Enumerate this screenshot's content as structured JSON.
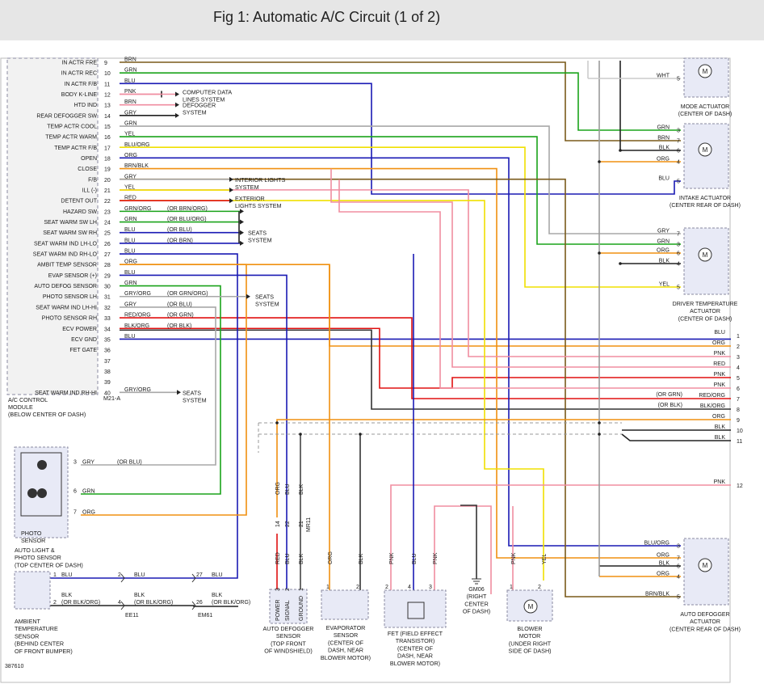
{
  "title": "Fig 1: Automatic A/C Circuit (1 of 2)",
  "figure_id": "387610",
  "colors": {
    "BRN": "#7a5a1a",
    "GRN": "#1aa31a",
    "BLU": "#1a1ab4",
    "PNK": "#f08da0",
    "GRY": "#a8a8a8",
    "YEL": "#f0e000",
    "ORG": "#f09010",
    "BLK": "#1a1a1a",
    "RED": "#e01010",
    "WHT": "#d8d8d8"
  },
  "module": {
    "name_lines": [
      "A/C CONTROL",
      "MODULE",
      "(BELOW CENTER OF DASH)"
    ],
    "connector": "M21-A",
    "pins": [
      {
        "label": "IN ACTR FRE",
        "num": "9",
        "color": "BRN",
        "alt": ""
      },
      {
        "label": "IN ACTR REC",
        "num": "10",
        "color": "GRN",
        "alt": ""
      },
      {
        "label": "IN ACTR F/B",
        "num": "11",
        "color": "BLU",
        "alt": ""
      },
      {
        "label": "BODY K-LINE",
        "num": "12",
        "color": "PNK",
        "alt": ""
      },
      {
        "label": "HTD IND",
        "num": "13",
        "color": "BRN",
        "alt": ""
      },
      {
        "label": "REAR DEFOGGER SW",
        "num": "14",
        "color": "GRY",
        "alt": ""
      },
      {
        "label": "TEMP ACTR COOL",
        "num": "15",
        "color": "GRN",
        "alt": ""
      },
      {
        "label": "TEMP ACTR WARM",
        "num": "16",
        "color": "YEL",
        "alt": ""
      },
      {
        "label": "TEMP ACTR F/B",
        "num": "17",
        "color": "BLU/ORG",
        "alt": ""
      },
      {
        "label": "OPEN",
        "num": "18",
        "color": "ORG",
        "alt": ""
      },
      {
        "label": "CLOSE",
        "num": "19",
        "color": "BRN/BLK",
        "alt": ""
      },
      {
        "label": "F/B",
        "num": "20",
        "color": "GRY",
        "alt": ""
      },
      {
        "label": "ILL (-)",
        "num": "21",
        "color": "YEL",
        "alt": ""
      },
      {
        "label": "DETENT OUT",
        "num": "22",
        "color": "RED",
        "alt": ""
      },
      {
        "label": "HAZARD SW",
        "num": "23",
        "color": "GRN/ORG",
        "alt": "(OR BRN/ORG)"
      },
      {
        "label": "SEAT WARM SW LH",
        "num": "24",
        "color": "GRN",
        "alt": "(OR BLU/ORG)"
      },
      {
        "label": "SEAT WARM SW RH",
        "num": "25",
        "color": "BLU",
        "alt": "(OR BLU)"
      },
      {
        "label": "SEAT WARM IND LH-LO",
        "num": "26",
        "color": "BLU",
        "alt": "(OR BRN)"
      },
      {
        "label": "SEAT WARM IND RH-LO",
        "num": "27",
        "color": "BLU",
        "alt": ""
      },
      {
        "label": "AMBIT TEMP SENSOR",
        "num": "28",
        "color": "ORG",
        "alt": ""
      },
      {
        "label": "EVAP SENSOR (+)",
        "num": "29",
        "color": "BLU",
        "alt": ""
      },
      {
        "label": "AUTO DEFOG SENSOR",
        "num": "30",
        "color": "GRN",
        "alt": ""
      },
      {
        "label": "PHOTO SENSOR LH",
        "num": "31",
        "color": "GRY/ORG",
        "alt": "(OR GRN/ORG)"
      },
      {
        "label": "SEAT WARM IND LH-HI",
        "num": "32",
        "color": "GRY",
        "alt": "(OR BLU)"
      },
      {
        "label": "PHOTO SENSOR RH",
        "num": "33",
        "color": "RED/ORG",
        "alt": "(OR GRN)"
      },
      {
        "label": "ECV POWER",
        "num": "34",
        "color": "BLK/ORG",
        "alt": "(OR BLK)"
      },
      {
        "label": "ECV GND",
        "num": "35",
        "color": "BLU",
        "alt": ""
      },
      {
        "label": "FET GATE",
        "num": "36",
        "color": "",
        "alt": ""
      },
      {
        "label": "",
        "num": "37",
        "color": "",
        "alt": ""
      },
      {
        "label": "",
        "num": "38",
        "color": "",
        "alt": ""
      },
      {
        "label": "",
        "num": "39",
        "color": "",
        "alt": ""
      },
      {
        "label": "SEAT WARM IND RH-HI",
        "num": "40",
        "color": "GRY/ORG",
        "alt": ""
      }
    ]
  },
  "system_labels": {
    "computer_data": [
      "COMPUTER DATA",
      "LINES SYSTEM"
    ],
    "defogger": [
      "DEFOGGER",
      "SYSTEM"
    ],
    "interior": [
      "INTERIOR LIGHTS",
      "SYSTEM"
    ],
    "exterior": [
      "EXTERIOR",
      "LIGHTS SYSTEM"
    ],
    "seats_a": [
      "SEATS",
      "SYSTEM"
    ],
    "seats_b": [
      "SEATS",
      "SYSTEM"
    ],
    "seats_c": [
      "SEATS",
      "SYSTEM"
    ]
  },
  "right_connector": {
    "pins": [
      {
        "num": "1",
        "color": "BLU",
        "alt": ""
      },
      {
        "num": "2",
        "color": "ORG",
        "alt": ""
      },
      {
        "num": "3",
        "color": "PNK",
        "alt": ""
      },
      {
        "num": "4",
        "color": "RED",
        "alt": ""
      },
      {
        "num": "5",
        "color": "PNK",
        "alt": ""
      },
      {
        "num": "6",
        "color": "PNK",
        "alt": ""
      },
      {
        "num": "7",
        "color": "RED/ORG",
        "alt": "(OR GRN)"
      },
      {
        "num": "8",
        "color": "BLK/ORG",
        "alt": "(OR BLK)"
      },
      {
        "num": "9",
        "color": "ORG",
        "alt": ""
      },
      {
        "num": "10",
        "color": "BLK",
        "alt": ""
      },
      {
        "num": "11",
        "color": "BLK",
        "alt": ""
      },
      {
        "num": "12",
        "color": "PNK",
        "alt": ""
      }
    ]
  },
  "actuators": {
    "mode": {
      "name": [
        "MODE ACTUATOR",
        "(CENTER OF DASH)"
      ],
      "pins": [
        {
          "color": "WHT",
          "num": "5"
        }
      ]
    },
    "intake": {
      "name": [
        "INTAKE ACTUATOR",
        "(CENTER REAR OF DASH)"
      ],
      "pins": [
        {
          "color": "GRN",
          "num": "3"
        },
        {
          "color": "BRN",
          "num": "7"
        },
        {
          "color": "BLK",
          "num": "6"
        },
        {
          "color": "ORG",
          "num": "4"
        },
        {
          "color": "BLU",
          "num": "5"
        }
      ]
    },
    "driver": {
      "name": [
        "DRIVER TEMPERATURE",
        "ACTUATOR",
        "(CENTER OF DASH)"
      ],
      "pins": [
        {
          "color": "GRY",
          "num": "7"
        },
        {
          "color": "GRN",
          "num": "3"
        },
        {
          "color": "ORG",
          "num": "6"
        },
        {
          "color": "BLK",
          "num": "4"
        },
        {
          "color": "YEL",
          "num": "5"
        }
      ]
    },
    "defogger": {
      "name": [
        "AUTO DEFOGGER",
        "ACTUATOR",
        "(CENTER REAR OF DASH)"
      ],
      "pins": [
        {
          "color": "BLU/ORG",
          "num": "3"
        },
        {
          "color": "ORG",
          "num": "7"
        },
        {
          "color": "BLK",
          "num": "6"
        },
        {
          "color": "ORG",
          "num": "4"
        },
        {
          "color": "BRN/BLK",
          "num": "5"
        }
      ]
    }
  },
  "photo_sensor": {
    "label_box": [
      "PHOTO",
      "SENSOR"
    ],
    "name": [
      "AUTO LIGHT &",
      "PHOTO SENSOR",
      "(TOP CENTER OF DASH)"
    ],
    "pins": [
      {
        "num": "3",
        "color": "GRY",
        "alt": "(OR BLU)"
      },
      {
        "num": "6",
        "color": "GRN",
        "alt": ""
      },
      {
        "num": "7",
        "color": "ORG",
        "alt": ""
      }
    ]
  },
  "ambient": {
    "name": [
      "AMBIENT",
      "TEMPERATURE",
      "SENSOR",
      "(BEHIND CENTER",
      "OF FRONT BUMPER)"
    ],
    "row1": {
      "pin": "1",
      "color": "BLU",
      "p2": "2",
      "c2": "BLU",
      "p3": "27",
      "c3": "BLU"
    },
    "row2": {
      "pin": "2",
      "color": "BLK",
      "alt": "(OR BLK/ORG)",
      "p2": "4",
      "c2": "BLK",
      "alt2": "(OR BLK/ORG)",
      "p3": "26",
      "c3": "BLK",
      "alt3": "(OR BLK/ORG)"
    },
    "conn1": "EE11",
    "conn2": "EM61"
  },
  "defog_sensor": {
    "name": [
      "AUTO DEFOGGER",
      "SENSOR",
      "(TOP FRONT",
      "OF WINDSHIELD)"
    ],
    "wire_colors": [
      "ORG",
      "BLU",
      "BLK"
    ],
    "nums_top": [
      "14",
      "22",
      "21"
    ],
    "connector": "MR11",
    "bottom_colors": [
      "RED",
      "BLU",
      "BLK"
    ],
    "pins": [
      "3",
      "2",
      "1"
    ],
    "pin_labels": [
      "POWER",
      "SIGNAL",
      "GROUND"
    ]
  },
  "evap": {
    "name": [
      "EVAPORATOR",
      "SENSOR",
      "(CENTER OF",
      "DASH, NEAR",
      "BLOWER MOTOR)"
    ],
    "colors": [
      "ORG",
      "BLK"
    ],
    "pins": [
      "1",
      "2"
    ]
  },
  "fet": {
    "name": [
      "FET (FIELD EFFECT",
      "TRANSISTOR)",
      "(CENTER OF",
      "DASH, NEAR",
      "BLOWER MOTOR)"
    ],
    "colors": [
      "PNK",
      "BLU",
      "PNK"
    ],
    "pins": [
      "2",
      "4",
      "3"
    ]
  },
  "ground": {
    "name": [
      "GM06",
      "(RIGHT",
      "CENTER",
      "OF DASH)"
    ]
  },
  "blower": {
    "name": [
      "BLOWER",
      "MOTOR",
      "(UNDER RIGHT",
      "SIDE OF DASH)"
    ],
    "colors": [
      "PNK",
      "YEL"
    ],
    "pins": [
      "1",
      "2"
    ]
  },
  "motor_symbol": "M"
}
